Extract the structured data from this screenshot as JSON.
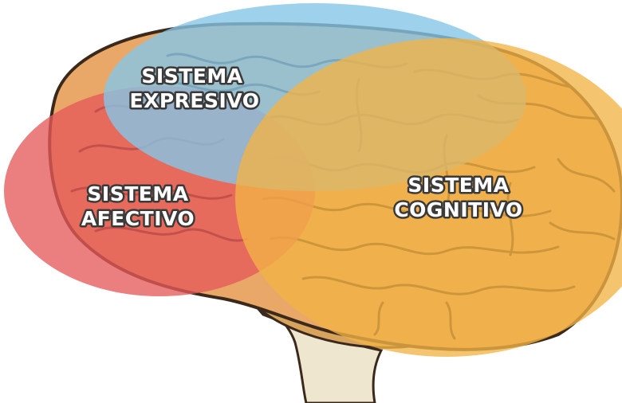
{
  "regions": {
    "expresivo": {
      "line1": "SISTEMA",
      "line2": "EXPRESIVO",
      "color": "#86C5E6"
    },
    "afectivo": {
      "line1": "SISTEMA",
      "line2": "AFECTIVO",
      "color": "#E55A5A"
    },
    "cognitivo": {
      "line1": "SISTEMA",
      "line2": "COGNITIVO",
      "color": "#F2B445"
    }
  },
  "colors": {
    "brain_outline": "#3b2a1c",
    "brain_tissue": "#e9a868",
    "brainstem": "#efe6cf",
    "background": "#ffffff"
  }
}
